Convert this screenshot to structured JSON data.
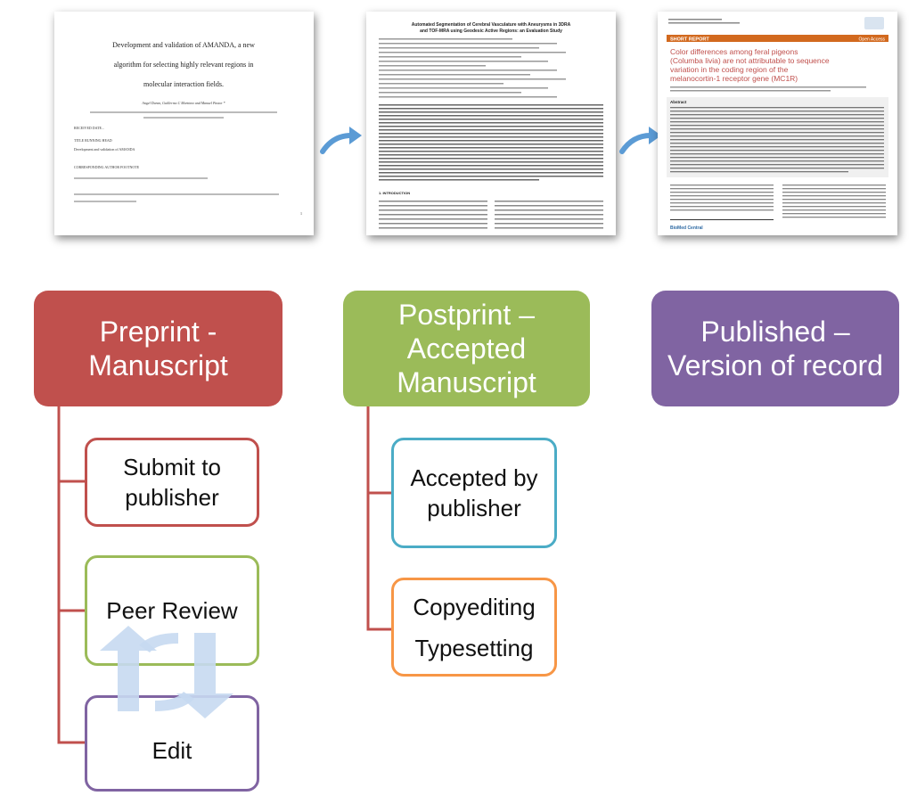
{
  "colors": {
    "preprint": "#c0504d",
    "postprint": "#9bbb59",
    "published": "#8064a2",
    "accepted": "#4bacc6",
    "copyediting": "#f79646",
    "arrow": "#5b9bd5",
    "cycle_arrows": "#c6d9f1"
  },
  "thumbnails": {
    "preprint": {
      "title_lines": [
        "Development and validation of AMANDA, a new",
        "algorithm for selecting highly relevant regions in",
        "molecular interaction fields."
      ],
      "authors": "Angel Duran, Guillermo C Martinez and Manuel Pastor *",
      "received": "RECEIVED DATE...",
      "running_head_label": "TITLE RUNNING HEAD",
      "running_head": "Development and validation of AMANDA",
      "corresponding": "CORRESPONDING AUTHOR FOOTNOTE",
      "page_number": "1"
    },
    "postprint": {
      "title_lines": [
        "Automated Segmentation of Cerebral Vasculature with Aneurysms in 3DRA",
        "and TOF-MRA using Geodesic Active Regions: an Evaluation Study"
      ],
      "section": "1. INTRODUCTION"
    },
    "published": {
      "banner": "SHORT REPORT",
      "open_access": "Open Access",
      "title_lines": [
        "Color differences among feral pigeons",
        "(Columba livia) are not attributable to sequence",
        "variation in the coding region of the",
        "melanocortin-1 receptor gene (MC1R)"
      ],
      "abstract_label": "Abstract",
      "publisher": "BioMed Central"
    }
  },
  "columns": {
    "preprint": {
      "heading_lines": [
        "Preprint -",
        "Manuscript"
      ],
      "steps": [
        {
          "lines": [
            "Submit to",
            "publisher"
          ]
        },
        {
          "lines": [
            "Peer Review"
          ]
        },
        {
          "lines": [
            "Edit"
          ]
        }
      ]
    },
    "postprint": {
      "heading_lines": [
        "Postprint –",
        "Accepted",
        "Manuscript"
      ],
      "steps": [
        {
          "lines": [
            "Accepted by",
            "publisher"
          ]
        },
        {
          "lines": [
            "Copyediting",
            "Typesetting"
          ]
        }
      ]
    },
    "published": {
      "heading_lines": [
        "Published –",
        "Version of record"
      ]
    }
  }
}
